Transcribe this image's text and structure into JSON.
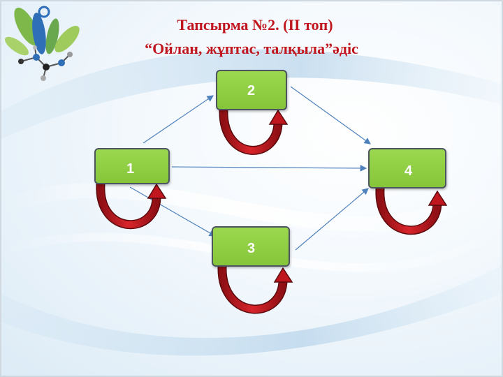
{
  "title": {
    "line1": "Тапсырма №2. (II топ)",
    "line2": "“Ойлан, жұптас, талқыла”әдіс"
  },
  "nodes": {
    "n1": "1",
    "n2": "2",
    "n3": "3",
    "n4": "4"
  },
  "colors": {
    "node_fill": "#8ccd41",
    "node_border": "#4d5561",
    "title_text": "#c0171f",
    "connector": "#4f81bd",
    "loop_arrow": "#c0171f"
  },
  "icons": [
    "logo-leaves-molecule-icon"
  ]
}
